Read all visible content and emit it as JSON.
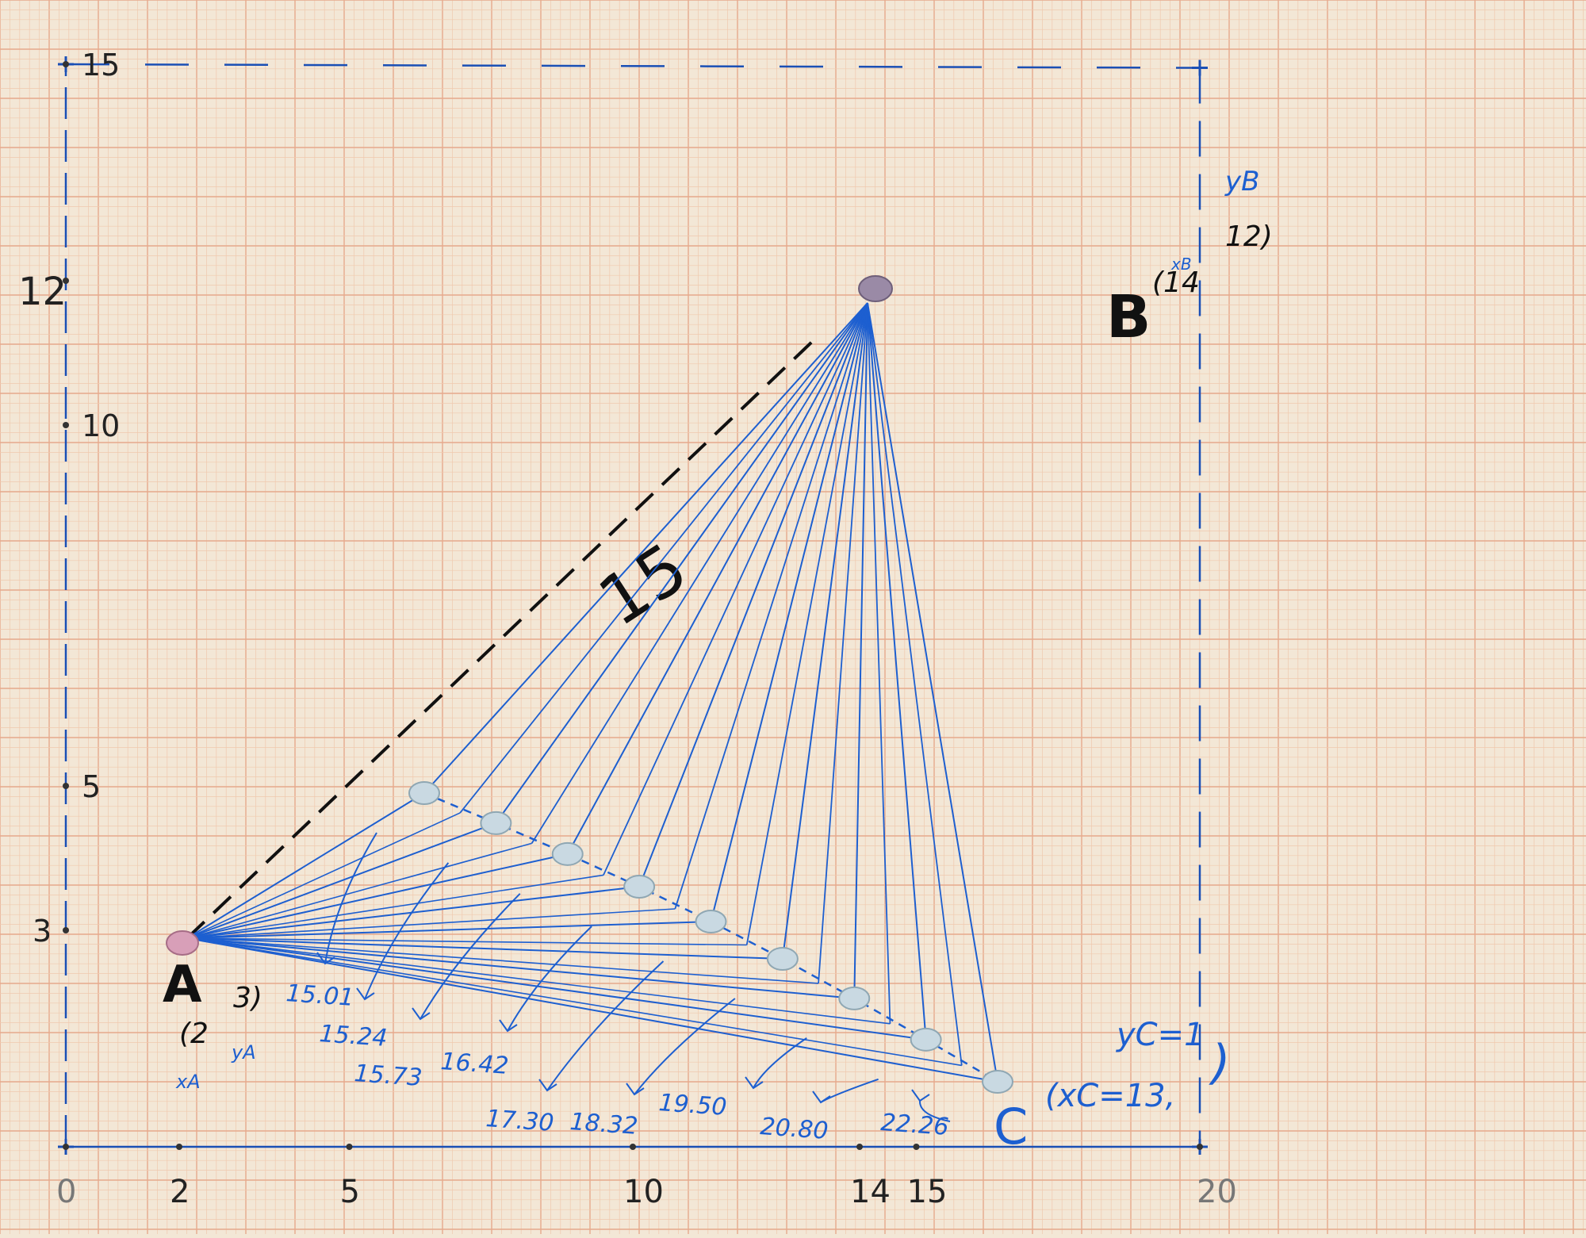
{
  "figure": {
    "point_labels": {
      "a": "A",
      "b": "B",
      "c": "C"
    },
    "point_coords": {
      "a": {
        "x": 2,
        "y": 3
      },
      "b": {
        "x": 14,
        "y": 12
      },
      "c": {
        "x": 13,
        "y": 1
      }
    },
    "coord_notes": {
      "a_x": "(2",
      "a_y": "3)",
      "a_x_name": "xA",
      "a_y_name": "yA",
      "b_x": "(14",
      "b_y": "12)",
      "b_x_name": "xB",
      "b_y_name": "yB",
      "c_y": "yC=1",
      "c_x": "(xC=13,",
      "c_paren": ")"
    },
    "ab_length": "15",
    "axis_ticks_x": [
      "0",
      "2",
      "5",
      "10",
      "14",
      "15",
      "20"
    ],
    "axis_ticks_y": [
      "3",
      "5",
      "10",
      "12",
      "15"
    ],
    "distance_labels": [
      "15.01",
      "15.24",
      "15.73",
      "16.42",
      "17.30",
      "18.32",
      "19.50",
      "20.80",
      "22.26"
    ],
    "pin_count_on_ac": 9,
    "colors": {
      "paper": "#f3e7d6",
      "grid_minor": "#f0c9ae",
      "grid_major": "#e6a98c",
      "ink_blue": "#1d5fd0",
      "frame_blue": "#1a4fb5",
      "ink_black": "#111111",
      "pin": "#c9d9e2",
      "pin_a": "#d89fb8",
      "pin_b": "#9a8aa6"
    }
  }
}
